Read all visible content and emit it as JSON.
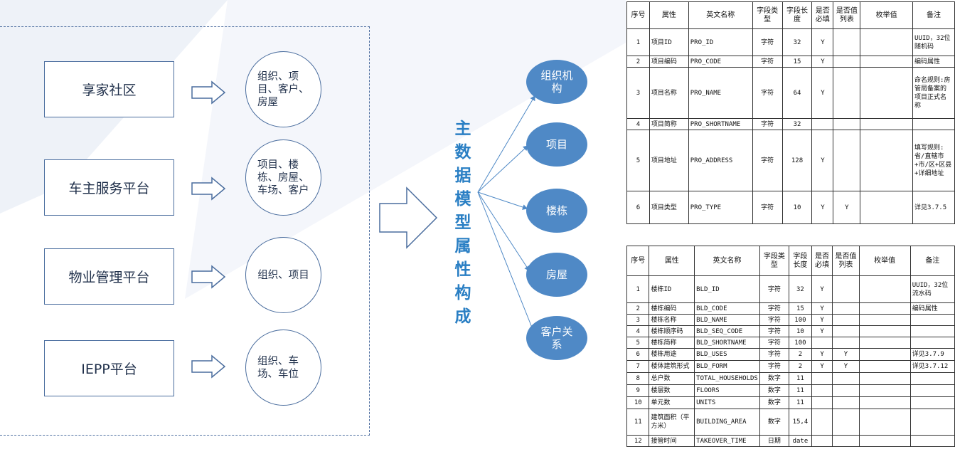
{
  "sources": [
    {
      "label": "享家社区",
      "attrs": "组织、项目、客户、房屋"
    },
    {
      "label": "车主服务平台",
      "attrs": "项目、楼栋、房屋、车场、客户"
    },
    {
      "label": "物业管理平台",
      "attrs": "组织、项目"
    },
    {
      "label": "IEPP平台",
      "attrs": "组织、车场、车位"
    }
  ],
  "vertical_title": [
    "主",
    "数",
    "据",
    "模",
    "型",
    "属",
    "性",
    "构",
    "成"
  ],
  "entities": [
    "组织机构",
    "项目",
    "楼栋",
    "房屋",
    "客户关系"
  ],
  "colors": {
    "accent": "#2a7fc4",
    "entity_fill": "#4f89c6",
    "border": "#4a6d9e"
  },
  "table1": {
    "headers": [
      "序号",
      "属性",
      "英文名称",
      "字段类型",
      "字段长度",
      "是否必填",
      "是否值列表",
      "枚举值",
      "备注"
    ],
    "rows": [
      [
        "1",
        "项目ID",
        "PRO_ID",
        "字符",
        "32",
        "Y",
        "",
        "",
        "UUID，32位随机码"
      ],
      [
        "2",
        "项目编码",
        "PRO_CODE",
        "字符",
        "15",
        "Y",
        "",
        "",
        "编码属性"
      ],
      [
        "3",
        "项目名称",
        "PRO_NAME",
        "字符",
        "64",
        "Y",
        "",
        "",
        "命名规则:房管局备案的项目正式名称"
      ],
      [
        "4",
        "项目简称",
        "PRO_SHORTNAME",
        "字符",
        "32",
        "",
        "",
        "",
        ""
      ],
      [
        "5",
        "项目地址",
        "PRO_ADDRESS",
        "字符",
        "128",
        "Y",
        "",
        "",
        "填写规则:省/直辖市+市/区+区县+详细地址"
      ],
      [
        "6",
        "项目类型",
        "PRO_TYPE",
        "字符",
        "10",
        "Y",
        "Y",
        "",
        "详见3.7.5"
      ]
    ]
  },
  "table2": {
    "headers": [
      "序号",
      "属性",
      "英文名称",
      "字段类型",
      "字段长度",
      "是否必填",
      "是否值列表",
      "枚举值",
      "备注"
    ],
    "rows": [
      [
        "1",
        "楼栋ID",
        "BLD_ID",
        "字符",
        "32",
        "Y",
        "",
        "",
        "UUID，32位流水码"
      ],
      [
        "2",
        "楼栋编码",
        "BLD_CODE",
        "字符",
        "15",
        "Y",
        "",
        "",
        "编码属性"
      ],
      [
        "3",
        "楼栋名称",
        "BLD_NAME",
        "字符",
        "100",
        "Y",
        "",
        "",
        ""
      ],
      [
        "4",
        "楼栋顺序码",
        "BLD_SEQ_CODE",
        "字符",
        "10",
        "Y",
        "",
        "",
        ""
      ],
      [
        "5",
        "楼栋简称",
        "BLD_SHORTNAME",
        "字符",
        "100",
        "",
        "",
        "",
        ""
      ],
      [
        "6",
        "楼栋用途",
        "BLD_USES",
        "字符",
        "2",
        "Y",
        "Y",
        "",
        "详见3.7.9"
      ],
      [
        "7",
        "楼体建筑形式",
        "BLD_FORM",
        "字符",
        "2",
        "Y",
        "Y",
        "",
        "详见3.7.12"
      ],
      [
        "8",
        "总户数",
        "TOTAL_HOUSEHOLDS",
        "数字",
        "11",
        "",
        "",
        "",
        ""
      ],
      [
        "9",
        "楼层数",
        "FLOORS",
        "数字",
        "11",
        "",
        "",
        "",
        ""
      ],
      [
        "10",
        "单元数",
        "UNITS",
        "数字",
        "11",
        "",
        "",
        "",
        ""
      ],
      [
        "11",
        "建筑面积（平方米）",
        "BUILDING_AREA",
        "数字",
        "15,4",
        "",
        "",
        "",
        ""
      ],
      [
        "12",
        "接管时间",
        "TAKEOVER_TIME",
        "日期",
        "date",
        "",
        "",
        "",
        ""
      ]
    ]
  }
}
